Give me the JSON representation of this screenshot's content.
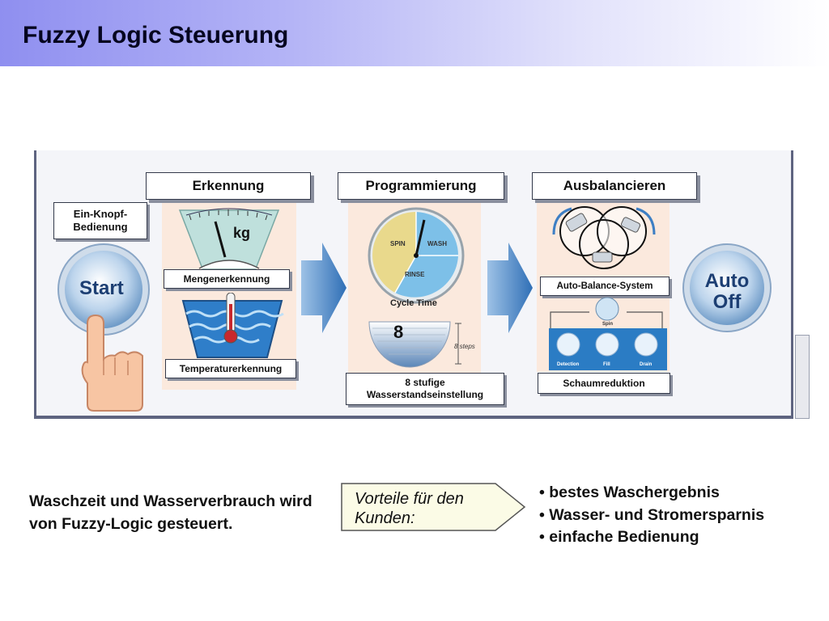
{
  "title": "Fuzzy Logic Steuerung",
  "diagram": {
    "headers": {
      "detection": "Erkennung",
      "programming": "Programmierung",
      "balancing": "Ausbalancieren"
    },
    "one_button": "Ein-Knopf-Bedienung",
    "start_label": "Start",
    "auto_off_label": "Auto Off",
    "scale_unit": "kg",
    "amount_detection": "Mengenerkennung",
    "temperature_detection": "Temperaturerkennung",
    "dial": {
      "spin": "SPIN",
      "wash": "WASH",
      "rinse": "RINSE"
    },
    "cycle_time": "Cycle Time",
    "steps_value": "8",
    "steps_small": "8 steps",
    "water_level": "8 stufige Wasserstandseinstellung",
    "auto_balance": "Auto-Balance-System",
    "spin_small": "Spin",
    "foam_steps": {
      "detection": "Detection",
      "fill": "Fill",
      "drain": "Drain"
    },
    "foam_reduction": "Schaumreduktion"
  },
  "summary": "Waschzeit und Wasserverbrauch wird von  Fuzzy-Logic gesteuert.",
  "benefits_title": "Vorteile für den Kunden:",
  "benefits": [
    "bestes Waschergebnis",
    "Wasser- und Stromersparnis",
    "einfache Bedienung"
  ],
  "colors": {
    "title_gradient_start": "#8f8ff0",
    "arrow_blue": "#3e7fc4",
    "panel_bg": "#fbe9dd"
  }
}
